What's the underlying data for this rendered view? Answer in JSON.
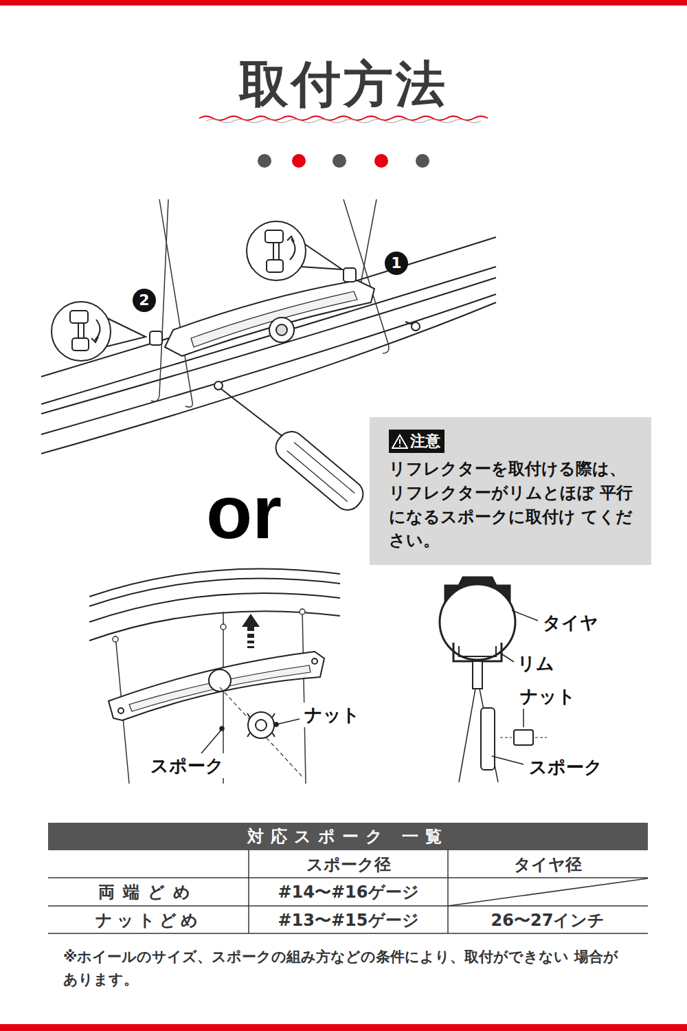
{
  "diagram": {
    "title": "取付方法",
    "nodes": [
      {
        "text": [
          "注意",
          "リフレクターを取付ける際は、 リフレクターがリムとほぼ 平行になるスポークに取付け てください。"
        ]
      }
    ],
    "labels": [
      "1",
      "2",
      "or",
      "ナット",
      "スポーク",
      "タイヤ",
      "リム",
      "ナット",
      "スポーク",
      "対応スポーク 一覧",
      "スポーク径",
      "タイヤ径",
      "両端どめ",
      "#14〜#16ゲージ",
      "ナットどめ",
      "#13〜#15ゲージ",
      "26〜27インチ",
      "※ホイールのサイズ、スポークの組み方などの条件により、取付ができない 場合があります。"
    ]
  }
}
